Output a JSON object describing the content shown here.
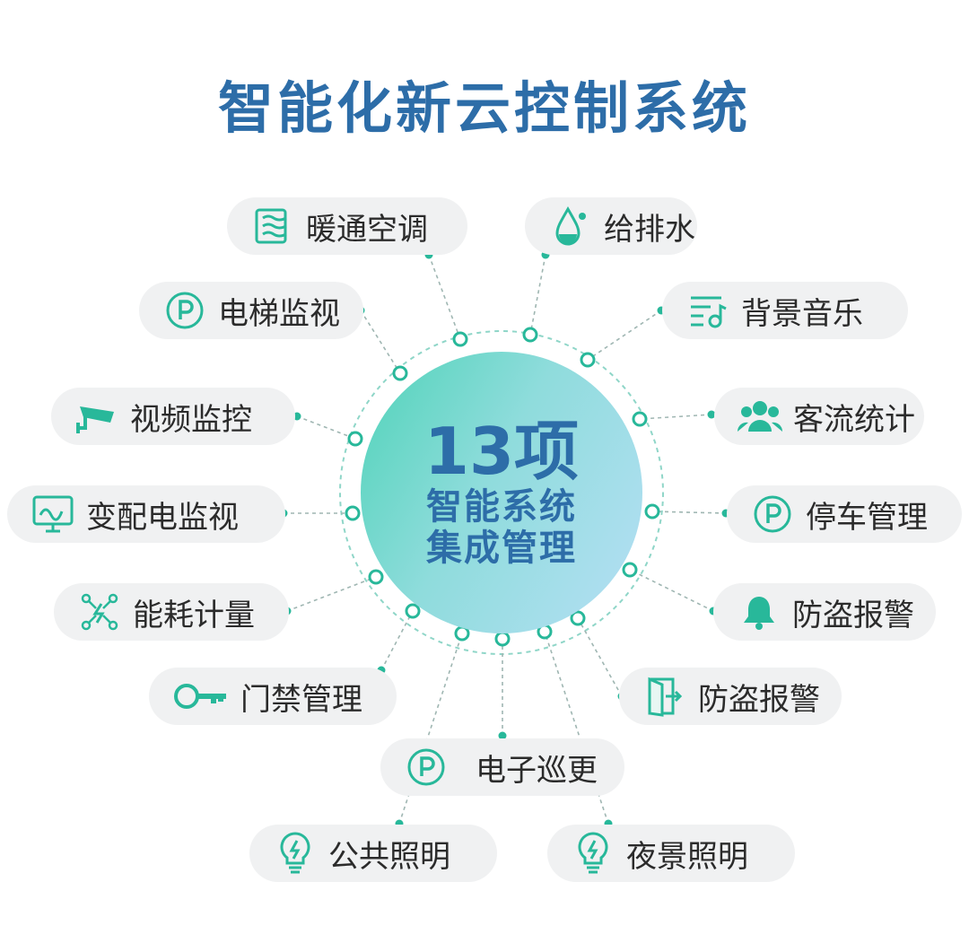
{
  "title": "智能化新云控制系统",
  "hub": {
    "line1": "13项",
    "line2": "智能系统",
    "line3": "集成管理"
  },
  "colors": {
    "title": "#2d6da8",
    "accent": "#28b89a",
    "pill": "#f0f1f2"
  },
  "items": [
    {
      "label": "暖通空调",
      "icon": "airflow-icon"
    },
    {
      "label": "给排水",
      "icon": "water-drop-icon"
    },
    {
      "label": "电梯监视",
      "icon": "parking-p-icon"
    },
    {
      "label": "背景音乐",
      "icon": "music-list-icon"
    },
    {
      "label": "视频监控",
      "icon": "cctv-camera-icon"
    },
    {
      "label": "客流统计",
      "icon": "people-group-icon"
    },
    {
      "label": "变配电监视",
      "icon": "monitor-waveform-icon"
    },
    {
      "label": "停车管理",
      "icon": "parking-p-icon"
    },
    {
      "label": "能耗计量",
      "icon": "energy-network-icon"
    },
    {
      "label": "防盗报警",
      "icon": "bell-icon"
    },
    {
      "label": "门禁管理",
      "icon": "key-icon"
    },
    {
      "label": "防盗报警",
      "icon": "door-exit-icon"
    },
    {
      "label": "电子巡更",
      "icon": "parking-p-icon"
    },
    {
      "label": "公共照明",
      "icon": "light-bulb-icon"
    },
    {
      "label": "夜景照明",
      "icon": "light-bulb-icon"
    }
  ]
}
